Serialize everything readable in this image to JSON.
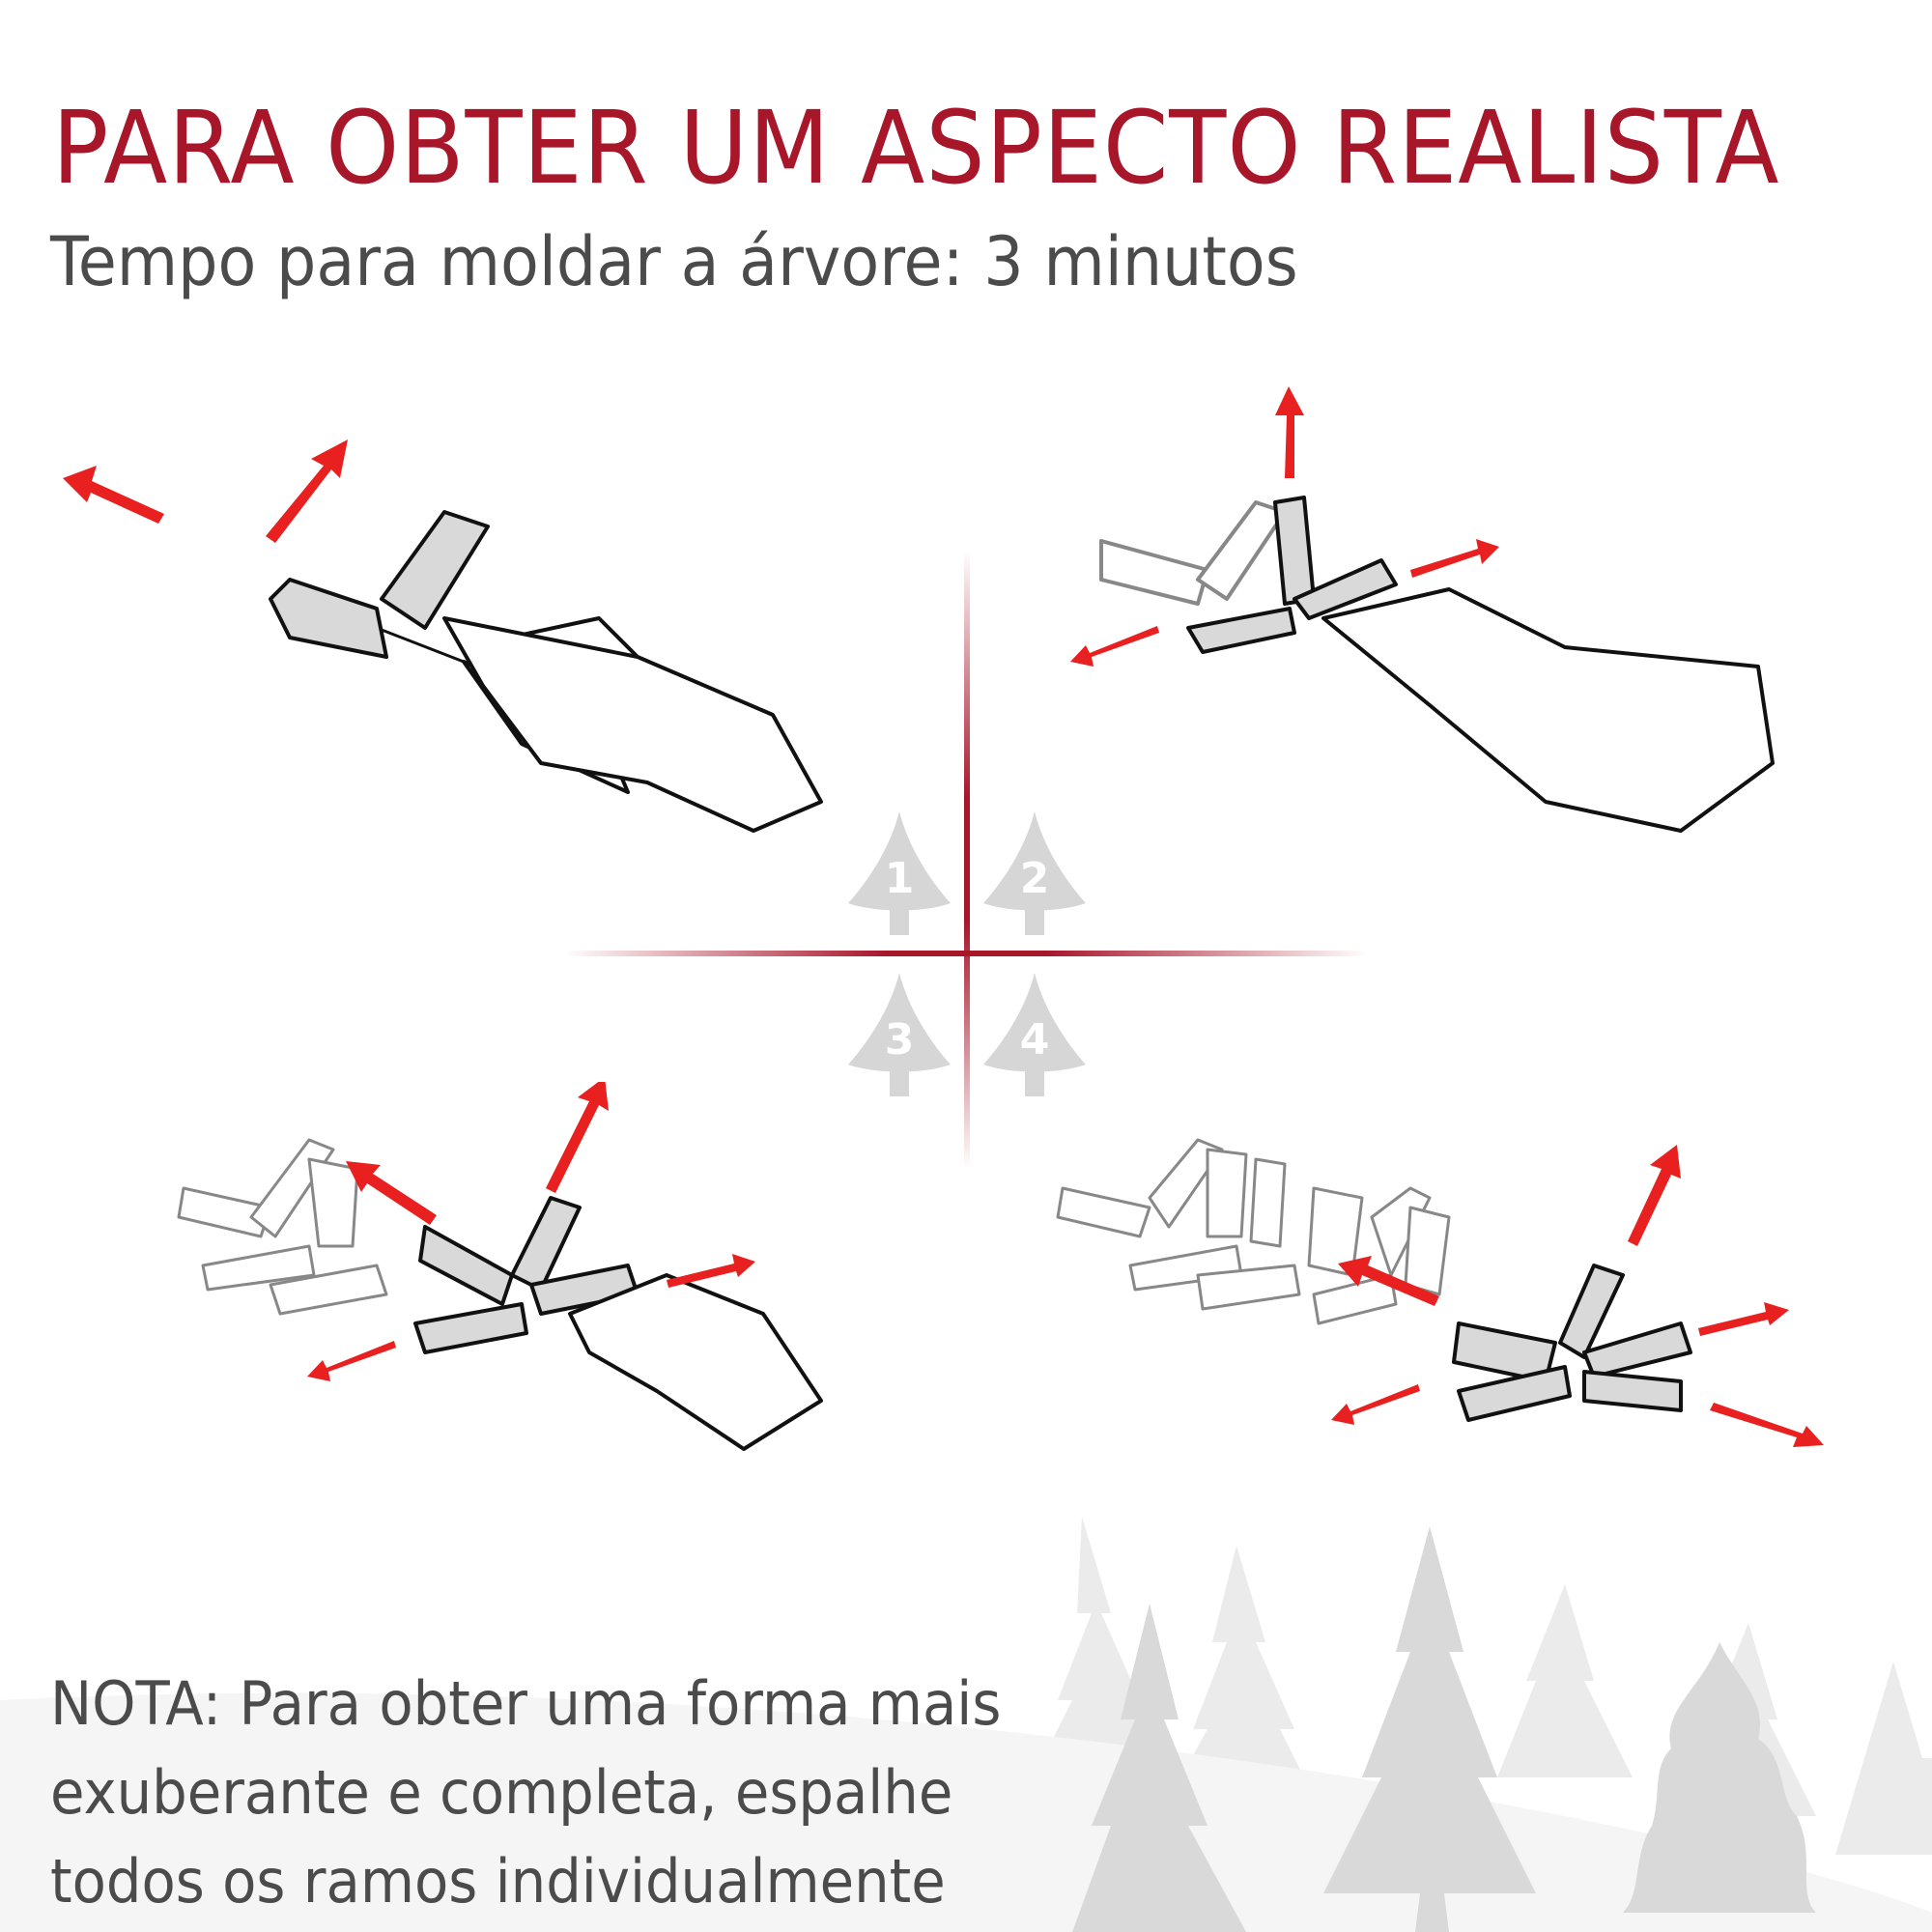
{
  "header": {
    "title": "PARA OBTER UM ASPECTO REALISTA",
    "subtitle": "Tempo para moldar a árvore:  3 minutos"
  },
  "colors": {
    "accent_red": "#a8162a",
    "arrow_red": "#e8201f",
    "text_gray": "#4b4b4b",
    "branch_fill": "#d9d9d9",
    "tree_icon_gray": "#d6d6d6"
  },
  "steps": [
    {
      "number": "1",
      "icon": "tree-step-icon",
      "illustration": "branch-step-1"
    },
    {
      "number": "2",
      "icon": "tree-step-icon",
      "illustration": "branch-step-2"
    },
    {
      "number": "3",
      "icon": "tree-step-icon",
      "illustration": "branch-step-3"
    },
    {
      "number": "4",
      "icon": "tree-step-icon",
      "illustration": "branch-step-4"
    }
  ],
  "note": {
    "lines": [
      "NOTA: Para obter uma forma mais",
      "exuberante e completa, espalhe",
      "todos os ramos individualmente"
    ]
  }
}
